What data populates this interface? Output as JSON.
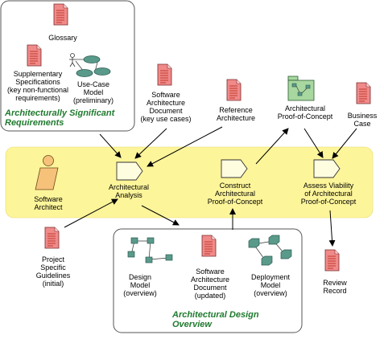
{
  "title": "",
  "groups": {
    "asr": {
      "title": "Architecturally Significant\nRequirements"
    },
    "design": {
      "title": "Architectural Design\nOverview"
    }
  },
  "artifacts": {
    "glossary": "Glossary",
    "supplementary": "Supplementary\nSpecifications\n(key non-functional\nrequirements)",
    "use_case_model": "Use-Case\nModel\n(preliminary)",
    "sad_key": "Software\nArchitecture\nDocument\n(key use cases)",
    "reference_arch": "Reference\nArchitecture",
    "arch_poc": "Architectural\nProof-of-Concept",
    "business_case": "Business\nCase",
    "guidelines": "Project\nSpecific\nGuidelines\n(initial)",
    "design_model": "Design\nModel\n(overview)",
    "sad_updated": "Software\nArchitecture\nDocument\n(updated)",
    "deployment_model": "Deployment\nModel\n(overview)",
    "review_record": "Review\nRecord"
  },
  "roles": {
    "software_architect": "Software\nArchitect"
  },
  "activities": {
    "analysis": "Architectural\nAnalysis",
    "construct": "Construct\nArchitectural\nProof-of-Concept",
    "assess": "Assess Viability\nof Architectural\nProof-of-Concept"
  },
  "colors": {
    "document_fill": "#f08a8a",
    "document_stripe": "#c0392b",
    "band_fill": "#fdf59a",
    "activity_fill": "#fffde0",
    "model_fill": "#5a9a8a",
    "package_fill": "#a8d8a0",
    "actor_fill": "#f6c27a",
    "group_title": "#1f7a2e"
  }
}
